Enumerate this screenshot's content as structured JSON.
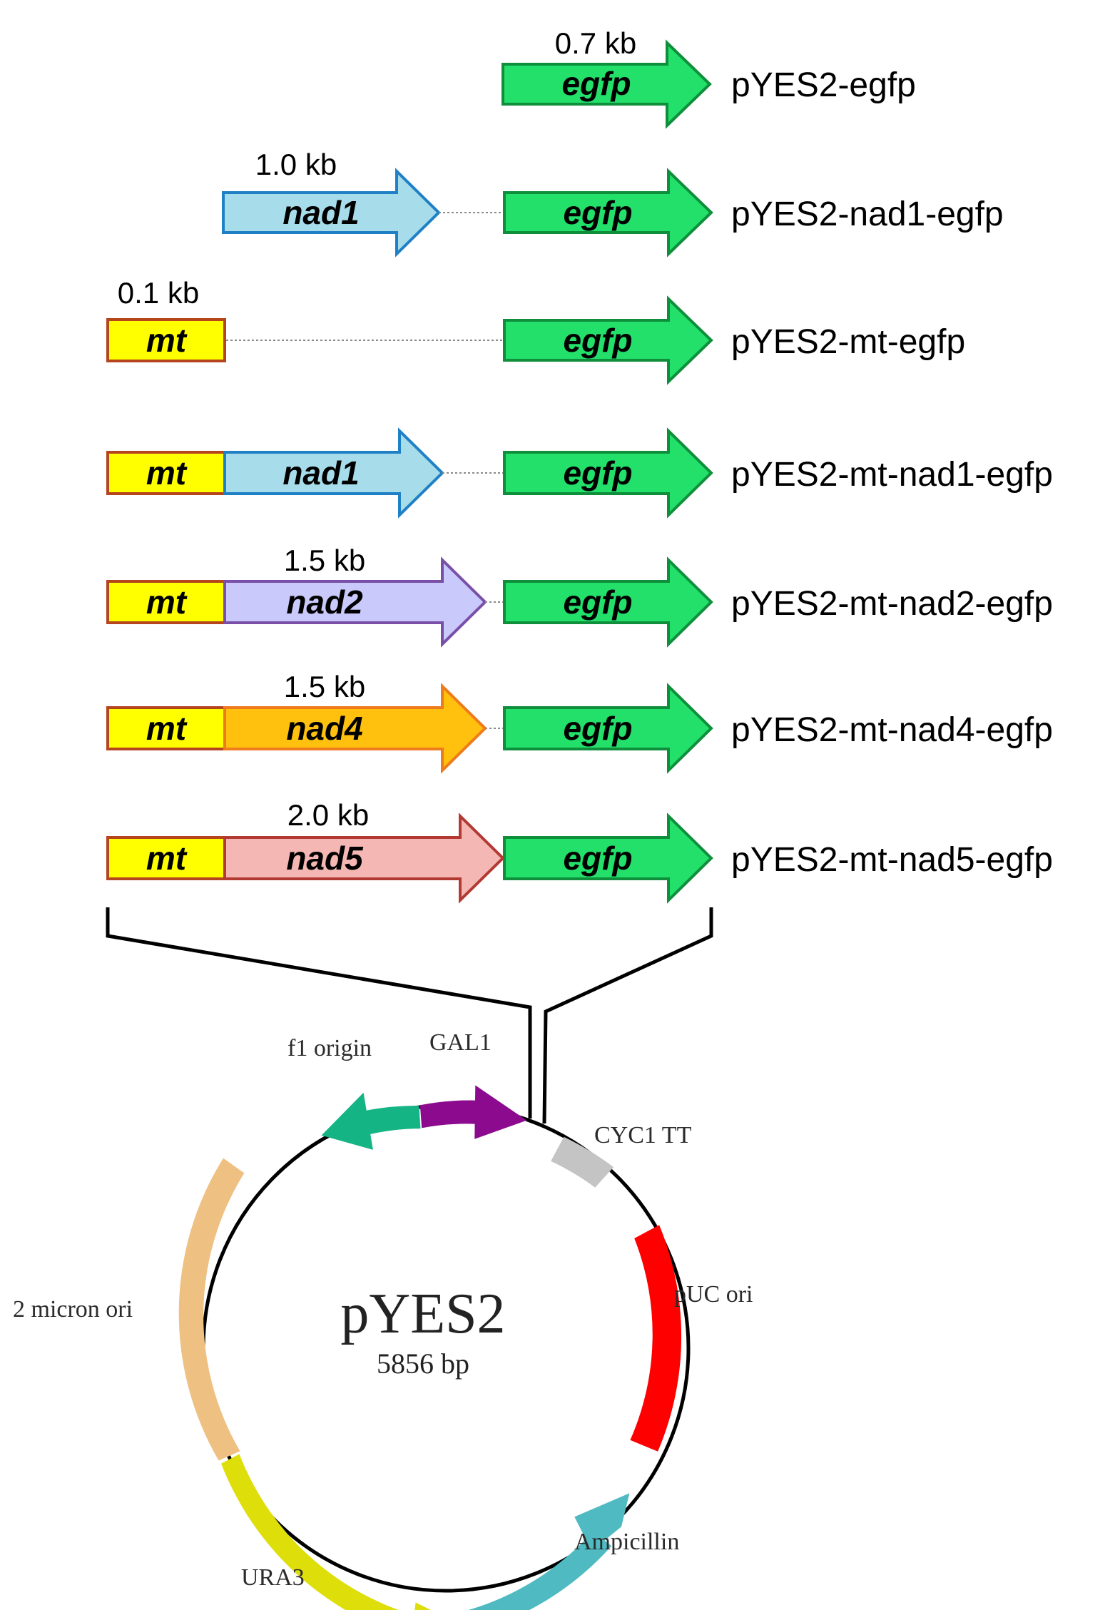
{
  "colors": {
    "egfp": {
      "fill": "#22e06a",
      "stroke": "#0f8f3c"
    },
    "nad1": {
      "fill": "#a7dcea",
      "stroke": "#1f80c6"
    },
    "nad2": {
      "fill": "#c9c9fb",
      "stroke": "#7a4fa8"
    },
    "nad4": {
      "fill": "#ffc10e",
      "stroke": "#ee7b1c"
    },
    "nad5": {
      "fill": "#f4b7b3",
      "stroke": "#b23a33"
    },
    "mt": {
      "fill": "#ffff00",
      "stroke": "#b4451c"
    }
  },
  "gene_labels": {
    "egfp": "egfp",
    "nad1": "nad1",
    "nad2": "nad2",
    "nad4": "nad4",
    "nad5": "nad5",
    "mt": "mt"
  },
  "constructs": [
    {
      "name": "pYES2-egfp",
      "parts": [
        "egfp"
      ],
      "size_label": "0.7 kb"
    },
    {
      "name": "pYES2-nad1-egfp",
      "parts": [
        "nad1",
        "egfp"
      ],
      "size_label": "1.0 kb"
    },
    {
      "name": "pYES2-mt-egfp",
      "parts": [
        "mt",
        "egfp"
      ],
      "size_label": "0.1 kb"
    },
    {
      "name": "pYES2-mt-nad1-egfp",
      "parts": [
        "mt",
        "nad1",
        "egfp"
      ],
      "size_label": ""
    },
    {
      "name": "pYES2-mt-nad2-egfp",
      "parts": [
        "mt",
        "nad2",
        "egfp"
      ],
      "size_label": "1.5 kb"
    },
    {
      "name": "pYES2-mt-nad4-egfp",
      "parts": [
        "mt",
        "nad4",
        "egfp"
      ],
      "size_label": "1.5 kb"
    },
    {
      "name": "pYES2-mt-nad5-egfp",
      "parts": [
        "mt",
        "nad5",
        "egfp"
      ],
      "size_label": "2.0 kb"
    }
  ],
  "plasmid": {
    "name": "pYES2",
    "size": "5856 bp",
    "features": {
      "f1": {
        "label": "f1 origin",
        "color": "#15b484"
      },
      "gal1": {
        "label": "GAL1",
        "color": "#8b0a8e"
      },
      "cyc1": {
        "label": "CYC1 TT",
        "color": "#c4c4c4"
      },
      "puc": {
        "label": "pUC ori",
        "color": "#ff0000"
      },
      "amp": {
        "label": "Ampicillin",
        "color": "#4fbac2"
      },
      "ura3": {
        "label": "URA3",
        "color": "#dede0a"
      },
      "micron": {
        "label": "2 micron ori",
        "color": "#eec082"
      }
    }
  }
}
